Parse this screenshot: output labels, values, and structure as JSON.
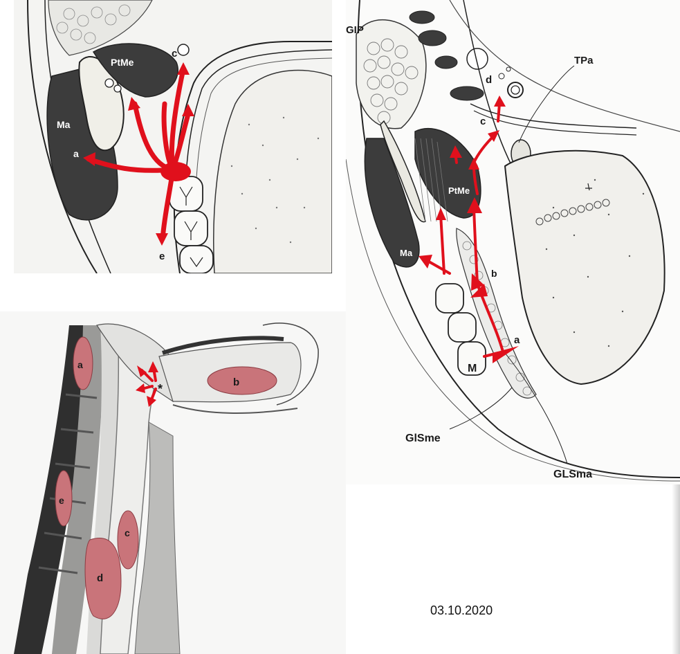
{
  "panel_a": {
    "labels": {
      "pime": "PtMe",
      "ma": "Ma",
      "a": "a",
      "c": "c",
      "e": "e"
    }
  },
  "panel_b": {
    "labels": {
      "gip": "GIP",
      "tpa": "TPa",
      "d": "d",
      "c": "c",
      "pime": "PtMe",
      "ma": "Ma",
      "b": "b",
      "a": "a",
      "m": "M",
      "glsme": "GlSme",
      "glsma": "GLSma"
    }
  },
  "panel_c": {
    "labels": {
      "a": "a",
      "b": "b",
      "c": "c",
      "d": "d",
      "e": "e",
      "star": "*"
    }
  },
  "footer": {
    "date": "03.10.2020"
  },
  "colors": {
    "arrow": "#e0101c",
    "muscle": "#3c3c3c",
    "abscess": "#c9747a"
  }
}
